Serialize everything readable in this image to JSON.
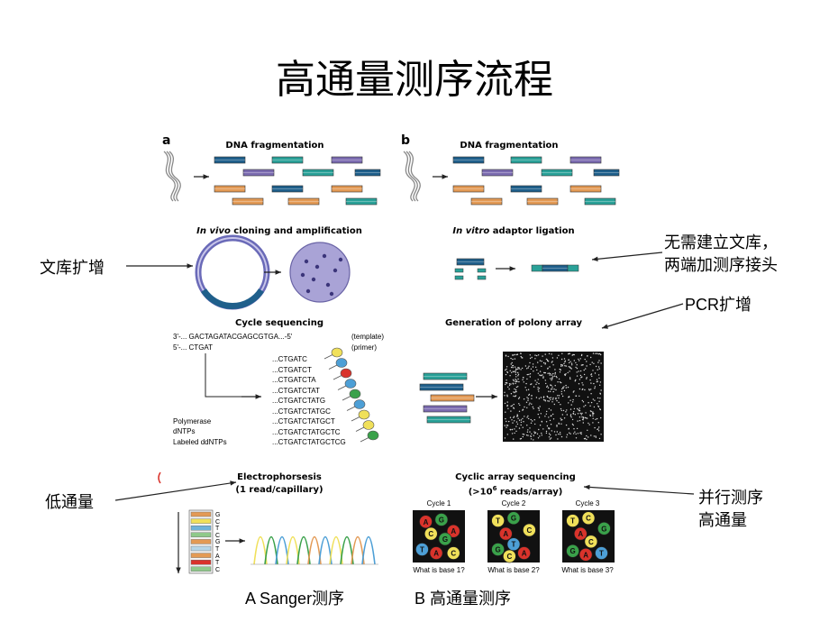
{
  "slide_title": "高通量测序流程",
  "panel_a": {
    "letter": "a",
    "dna_fragmentation": "DNA fragmentation",
    "cloning_italic": "In vivo",
    "cloning_rest": " cloning and amplification",
    "cycle_sequencing": "Cycle sequencing",
    "template_seq": "3'-...  GACTAGATACGAGCGTGA...-5'",
    "template_label": "(template)",
    "primer_seq": "5'-...  CTGAT",
    "primer_label": "(primer)",
    "reagents": [
      "Polymerase",
      "dNTPs",
      "Labeled ddNTPs"
    ],
    "extensions": [
      "...CTGATC",
      "...CTGATCT",
      "...CTGATCTA",
      "...CTGATCTAT",
      "...CTGATCTATG",
      "...CTGATCTATGC",
      "...CTGATCTATGCT",
      "...CTGATCTATGCTC",
      "...CTGATCTATGCTCG"
    ],
    "electrophoresis": "Electrophorsesis",
    "electrophoresis_sub": "(1 read/capillary)",
    "gel_letters": [
      "G",
      "C",
      "T",
      "C",
      "G",
      "T",
      "A",
      "T",
      "C"
    ]
  },
  "panel_b": {
    "letter": "b",
    "dna_fragmentation": "DNA fragmentation",
    "ligation_italic": "In vitro",
    "ligation_rest": " adaptor ligation",
    "polony": "Generation of polony array",
    "cyclic": "Cyclic array sequencing",
    "cyclic_sub_pre": "(>10",
    "cyclic_sub_sup": "6",
    "cyclic_sub_post": " reads/array)",
    "cycles": [
      {
        "label": "Cycle 1",
        "question": "What is base 1?"
      },
      {
        "label": "Cycle 2",
        "question": "What is base 2?"
      },
      {
        "label": "Cycle 3",
        "question": "What is base 3?"
      }
    ]
  },
  "annotations": {
    "library_amp": "文库扩增",
    "no_library_line1": "无需建立文库，",
    "no_library_line2": "两端加测序接头",
    "pcr_amp": "PCR扩增",
    "low_throughput": "低通量",
    "parallel_line1": "并行测序",
    "parallel_line2": "高通量"
  },
  "captions": {
    "a": "A Sanger测序",
    "b": "B 高通量测序"
  },
  "colors": {
    "blue": "#1f5f8b",
    "teal": "#2aa198",
    "purple": "#7b6bb0",
    "orange": "#e39a55",
    "plasmid": "#6a6ab8",
    "cell": "#a9a3d6",
    "base_red": "#d9332b",
    "base_green": "#3aa14a",
    "base_yellow": "#f0e05a",
    "base_blue": "#4d9fd6"
  }
}
